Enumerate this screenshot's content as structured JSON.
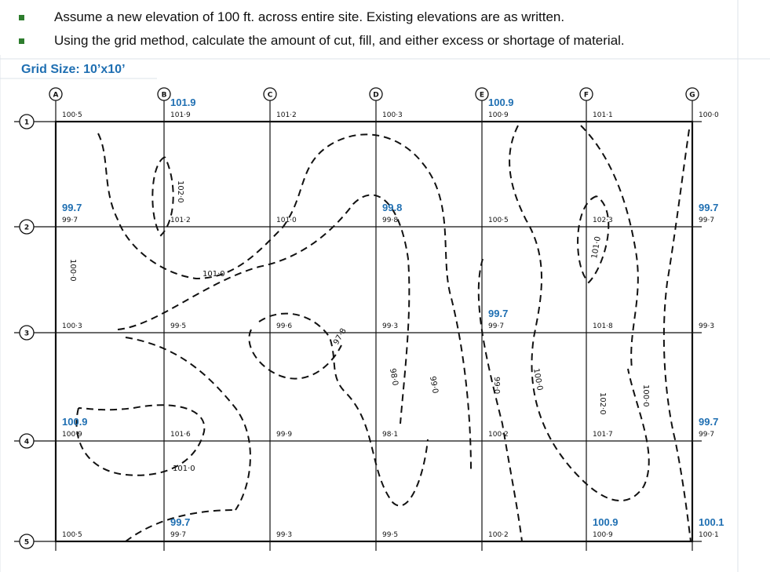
{
  "instructions": [
    "Assume a new elevation of 100 ft. across entire site. Existing elevations are as written.",
    "Using the grid method, calculate the amount of cut, fill, and either excess or shortage of material."
  ],
  "grid_size_label": "Grid Size: 10’x10’",
  "column_labels": [
    "A",
    "B",
    "C",
    "D",
    "E",
    "F",
    "G"
  ],
  "row_labels": [
    "1",
    "2",
    "3",
    "4",
    "5"
  ],
  "handwritten_elevations": [
    [
      "100·5",
      "101·9",
      "101·2",
      "100·3",
      "100·9",
      "101·1",
      "100·0"
    ],
    [
      "99·7",
      "101·2",
      "101·0",
      "99·8",
      "100·5",
      "102·3",
      "99·7"
    ],
    [
      "100·3",
      "99·5",
      "99·6",
      "99·3",
      "99·7",
      "101·8",
      "99·3"
    ],
    [
      "100·9",
      "101·6",
      "99·9",
      "98·1",
      "100·2",
      "101·7",
      "99·7"
    ],
    [
      "100·5",
      "99·7",
      "99·3",
      "99·5",
      "100·2",
      "100·9",
      "100·1"
    ]
  ],
  "highlighted_elevations": [
    {
      "row": 0,
      "col": 1,
      "text": "101.9"
    },
    {
      "row": 0,
      "col": 4,
      "text": "100.9"
    },
    {
      "row": 1,
      "col": 0,
      "text": "99.7"
    },
    {
      "row": 1,
      "col": 3,
      "text": "99.8"
    },
    {
      "row": 1,
      "col": 6,
      "text": "99.7"
    },
    {
      "row": 2,
      "col": 4,
      "text": "99.7"
    },
    {
      "row": 3,
      "col": 0,
      "text": "100.9"
    },
    {
      "row": 3,
      "col": 6,
      "text": "99.7"
    },
    {
      "row": 4,
      "col": 1,
      "text": "99.7"
    },
    {
      "row": 4,
      "col": 5,
      "text": "100.9"
    },
    {
      "row": 4,
      "col": 6,
      "text": "100.1"
    }
  ],
  "contour_labels": [
    "102·0",
    "101·0",
    "99·0",
    "98·0",
    "99·0",
    "100·0",
    "101·0",
    "102·0",
    "100·0",
    "101·0",
    "97·8",
    "100·0"
  ]
}
